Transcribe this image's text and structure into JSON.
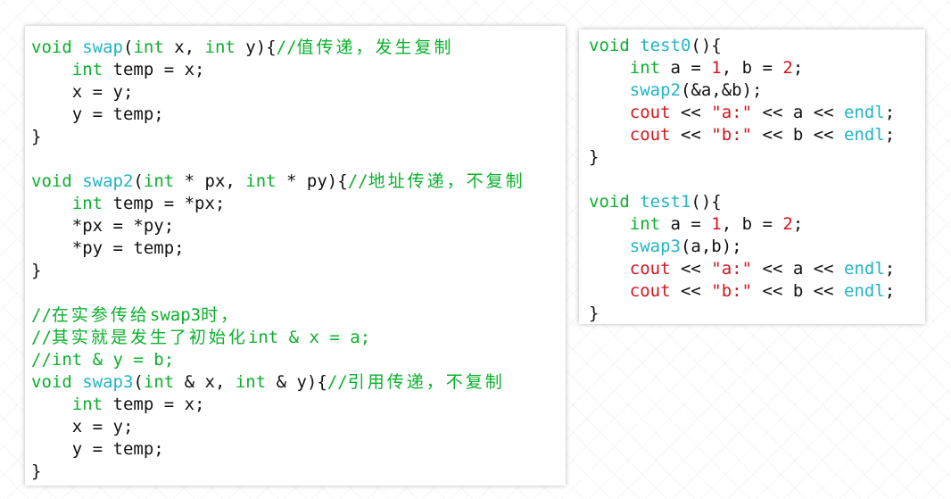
{
  "left_panel": {
    "lines": [
      [
        {
          "t": "void",
          "c": "kw"
        },
        {
          "t": " ",
          "c": "pl"
        },
        {
          "t": "swap",
          "c": "fn"
        },
        {
          "t": "(",
          "c": "pl"
        },
        {
          "t": "int",
          "c": "kw"
        },
        {
          "t": " x, ",
          "c": "pl"
        },
        {
          "t": "int",
          "c": "kw"
        },
        {
          "t": " y){",
          "c": "pl"
        },
        {
          "t": "//",
          "c": "cm"
        },
        {
          "t": "值传递，发生复制",
          "c": "cmcn"
        }
      ],
      [
        {
          "t": "    ",
          "c": "pl"
        },
        {
          "t": "int",
          "c": "kw"
        },
        {
          "t": " temp = x;",
          "c": "pl"
        }
      ],
      [
        {
          "t": "    x = y;",
          "c": "pl"
        }
      ],
      [
        {
          "t": "    y = temp;",
          "c": "pl"
        }
      ],
      [
        {
          "t": "}",
          "c": "pl"
        }
      ],
      [],
      [
        {
          "t": "void",
          "c": "kw"
        },
        {
          "t": " ",
          "c": "pl"
        },
        {
          "t": "swap2",
          "c": "fn"
        },
        {
          "t": "(",
          "c": "pl"
        },
        {
          "t": "int",
          "c": "kw"
        },
        {
          "t": " * px, ",
          "c": "pl"
        },
        {
          "t": "int",
          "c": "kw"
        },
        {
          "t": " * py){",
          "c": "pl"
        },
        {
          "t": "//",
          "c": "cm"
        },
        {
          "t": "地址传递，不复制",
          "c": "cmcn"
        }
      ],
      [
        {
          "t": "    ",
          "c": "pl"
        },
        {
          "t": "int",
          "c": "kw"
        },
        {
          "t": " temp = *px;",
          "c": "pl"
        }
      ],
      [
        {
          "t": "    *px = *py;",
          "c": "pl"
        }
      ],
      [
        {
          "t": "    *py = temp;",
          "c": "pl"
        }
      ],
      [
        {
          "t": "}",
          "c": "pl"
        }
      ],
      [],
      [
        {
          "t": "//",
          "c": "cm"
        },
        {
          "t": "在实参传给",
          "c": "cmcn"
        },
        {
          "t": "swap3",
          "c": "cm"
        },
        {
          "t": "时，",
          "c": "cmcn"
        }
      ],
      [
        {
          "t": "//",
          "c": "cm"
        },
        {
          "t": "其实就是发生了初始化",
          "c": "cmcn"
        },
        {
          "t": "int & x = a;",
          "c": "cm"
        }
      ],
      [
        {
          "t": "//int & y = b;",
          "c": "cm"
        }
      ],
      [
        {
          "t": "void",
          "c": "kw"
        },
        {
          "t": " ",
          "c": "pl"
        },
        {
          "t": "swap3",
          "c": "fn"
        },
        {
          "t": "(",
          "c": "pl"
        },
        {
          "t": "int",
          "c": "kw"
        },
        {
          "t": " & x, ",
          "c": "pl"
        },
        {
          "t": "int",
          "c": "kw"
        },
        {
          "t": " & y){",
          "c": "pl"
        },
        {
          "t": "//",
          "c": "cm"
        },
        {
          "t": "引用传递，不复制",
          "c": "cmcn"
        }
      ],
      [
        {
          "t": "    ",
          "c": "pl"
        },
        {
          "t": "int",
          "c": "kw"
        },
        {
          "t": " temp = x;",
          "c": "pl"
        }
      ],
      [
        {
          "t": "    x = y;",
          "c": "pl"
        }
      ],
      [
        {
          "t": "    y = temp;",
          "c": "pl"
        }
      ],
      [
        {
          "t": "}",
          "c": "pl"
        }
      ]
    ]
  },
  "right_panel": {
    "lines": [
      [
        {
          "t": "void",
          "c": "kw"
        },
        {
          "t": " ",
          "c": "pl"
        },
        {
          "t": "test0",
          "c": "fn"
        },
        {
          "t": "(){",
          "c": "pl"
        }
      ],
      [
        {
          "t": "    ",
          "c": "pl"
        },
        {
          "t": "int",
          "c": "kw"
        },
        {
          "t": " a = ",
          "c": "pl"
        },
        {
          "t": "1",
          "c": "num"
        },
        {
          "t": ", b = ",
          "c": "pl"
        },
        {
          "t": "2",
          "c": "num"
        },
        {
          "t": ";",
          "c": "pl"
        }
      ],
      [
        {
          "t": "    ",
          "c": "pl"
        },
        {
          "t": "swap2",
          "c": "fn"
        },
        {
          "t": "(&a,&b);",
          "c": "pl"
        }
      ],
      [
        {
          "t": "    ",
          "c": "pl"
        },
        {
          "t": "cout",
          "c": "id"
        },
        {
          "t": " << ",
          "c": "pl"
        },
        {
          "t": "\"a:\"",
          "c": "str"
        },
        {
          "t": " << a << ",
          "c": "pl"
        },
        {
          "t": "endl",
          "c": "fn"
        },
        {
          "t": ";",
          "c": "pl"
        }
      ],
      [
        {
          "t": "    ",
          "c": "pl"
        },
        {
          "t": "cout",
          "c": "id"
        },
        {
          "t": " << ",
          "c": "pl"
        },
        {
          "t": "\"b:\"",
          "c": "str"
        },
        {
          "t": " << b << ",
          "c": "pl"
        },
        {
          "t": "endl",
          "c": "fn"
        },
        {
          "t": ";",
          "c": "pl"
        }
      ],
      [
        {
          "t": "}",
          "c": "pl"
        }
      ],
      [],
      [
        {
          "t": "void",
          "c": "kw"
        },
        {
          "t": " ",
          "c": "pl"
        },
        {
          "t": "test1",
          "c": "fn"
        },
        {
          "t": "(){",
          "c": "pl"
        }
      ],
      [
        {
          "t": "    ",
          "c": "pl"
        },
        {
          "t": "int",
          "c": "kw"
        },
        {
          "t": " a = ",
          "c": "pl"
        },
        {
          "t": "1",
          "c": "num"
        },
        {
          "t": ", b = ",
          "c": "pl"
        },
        {
          "t": "2",
          "c": "num"
        },
        {
          "t": ";",
          "c": "pl"
        }
      ],
      [
        {
          "t": "    ",
          "c": "pl"
        },
        {
          "t": "swap3",
          "c": "fn"
        },
        {
          "t": "(a,b);",
          "c": "pl"
        }
      ],
      [
        {
          "t": "    ",
          "c": "pl"
        },
        {
          "t": "cout",
          "c": "id"
        },
        {
          "t": " << ",
          "c": "pl"
        },
        {
          "t": "\"a:\"",
          "c": "str"
        },
        {
          "t": " << a << ",
          "c": "pl"
        },
        {
          "t": "endl",
          "c": "fn"
        },
        {
          "t": ";",
          "c": "pl"
        }
      ],
      [
        {
          "t": "    ",
          "c": "pl"
        },
        {
          "t": "cout",
          "c": "id"
        },
        {
          "t": " << ",
          "c": "pl"
        },
        {
          "t": "\"b:\"",
          "c": "str"
        },
        {
          "t": " << b << ",
          "c": "pl"
        },
        {
          "t": "endl",
          "c": "fn"
        },
        {
          "t": ";",
          "c": "pl"
        }
      ],
      [
        {
          "t": "}",
          "c": "pl"
        }
      ]
    ]
  },
  "colors": {
    "keyword": "#0bb02c",
    "function": "#22b4c4",
    "literal": "#d3151b",
    "comment": "#0bb02c",
    "plain": "#111111"
  }
}
